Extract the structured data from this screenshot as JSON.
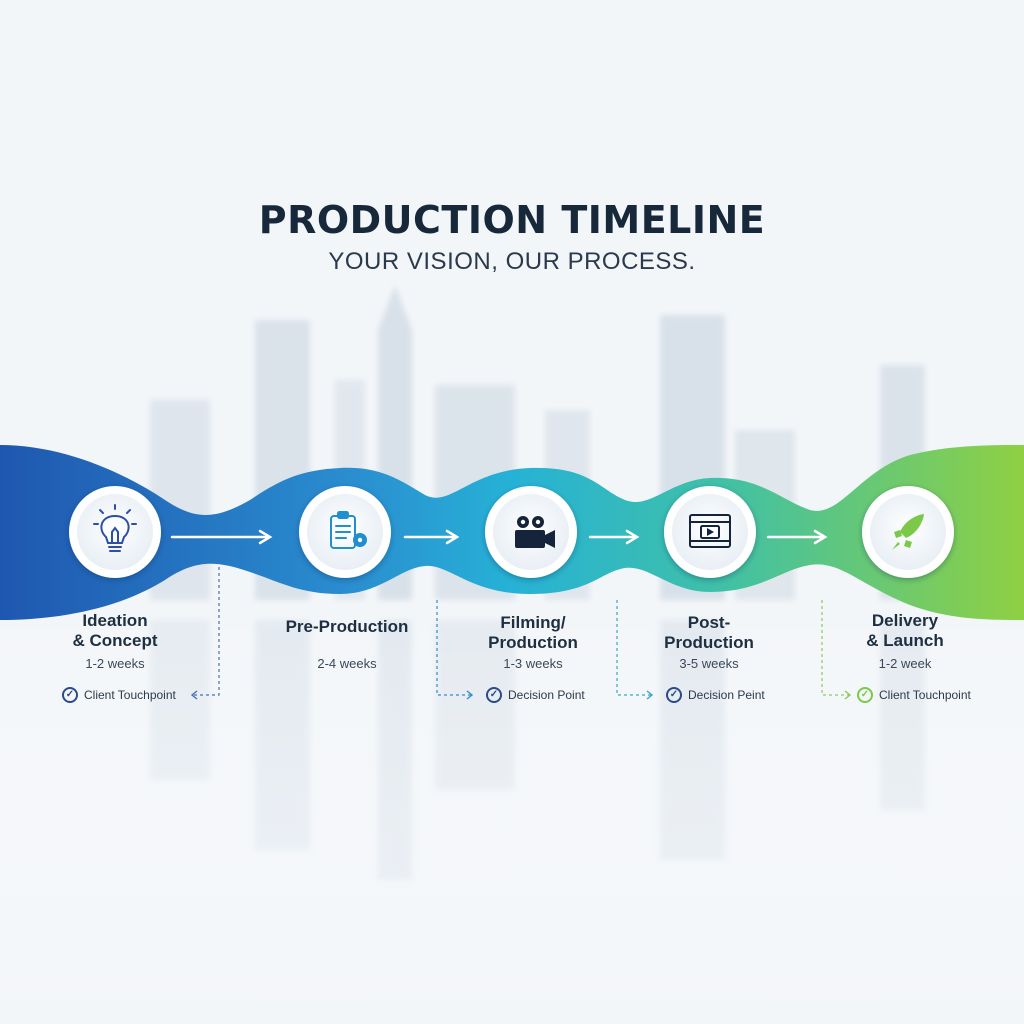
{
  "title": "PRODUCTION TIMELINE",
  "subtitle": "YOUR VISION, OUR PROCESS.",
  "colors": {
    "ribbon_start": "#1f57b0",
    "ribbon_mid": "#26b2d6",
    "ribbon_end": "#8fd043",
    "check_blue": "#2a4a8a",
    "check_green": "#7cc94a"
  },
  "stages": [
    {
      "name": "Ideation\n& Concept",
      "duration": "1-2 weeks",
      "icon": "lightbulb-icon"
    },
    {
      "name": "Pre-Production",
      "duration": "2-4 weeks",
      "icon": "clipboard-gear-icon"
    },
    {
      "name": "Filming/\nProduction",
      "duration": "1-3 weeks",
      "icon": "movie-camera-icon"
    },
    {
      "name": "Post-\nProduction",
      "duration": "3-5 weeks",
      "icon": "video-editor-icon"
    },
    {
      "name": "Delivery\n& Launch",
      "duration": "1-2 week",
      "icon": "rocket-icon"
    }
  ],
  "touchpoints": [
    {
      "label": "Client Touchpoint",
      "style": "blue"
    },
    {
      "label": "Decision Point",
      "style": "blue"
    },
    {
      "label": "Decision Peint",
      "style": "blue"
    },
    {
      "label": "Client Touchpoint",
      "style": "green"
    }
  ]
}
